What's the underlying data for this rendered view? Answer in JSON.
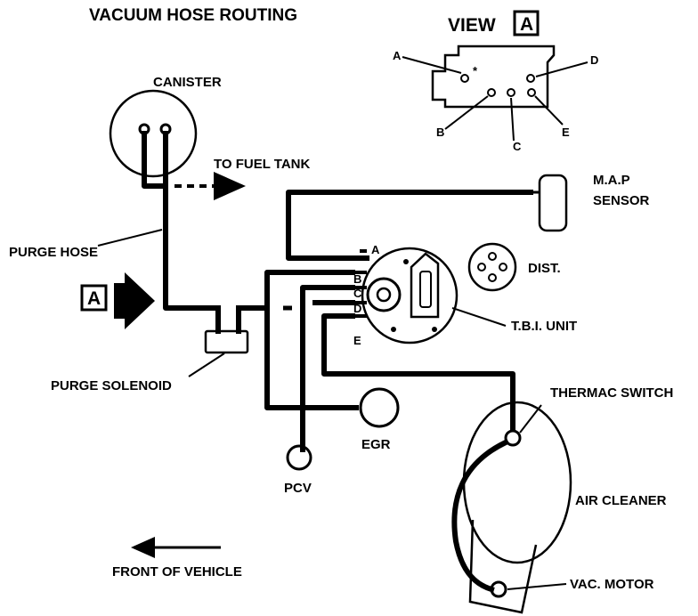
{
  "title": "VACUUM HOSE ROUTING",
  "view": {
    "label": "VIEW",
    "box": "A"
  },
  "view_ports": [
    "A",
    "B",
    "C",
    "D",
    "E"
  ],
  "arrow_marker": "A",
  "tbi_ports": [
    "A",
    "B",
    "C",
    "D",
    "E"
  ],
  "labels": {
    "canister": "CANISTER",
    "to_fuel_tank": "TO FUEL TANK",
    "purge_hose": "PURGE HOSE",
    "purge_solenoid": "PURGE SOLENOID",
    "map_line1": "M.A.P",
    "map_line2": "SENSOR",
    "dist": "DIST.",
    "tbi": "T.B.I. UNIT",
    "egr": "EGR",
    "pcv": "PCV",
    "thermac": "THERMAC SWITCH",
    "air_cleaner": "AIR CLEANER",
    "vac_motor": "VAC. MOTOR",
    "front": "FRONT OF VEHICLE"
  }
}
